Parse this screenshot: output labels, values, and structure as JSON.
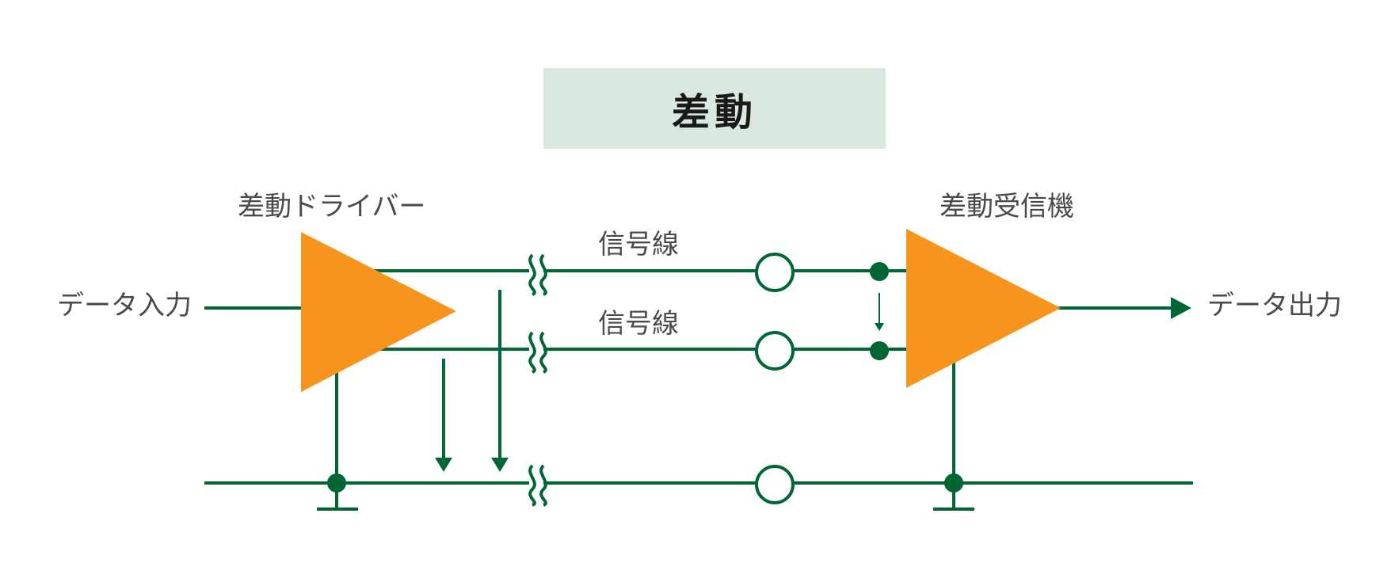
{
  "title": "差動",
  "labels": {
    "driver": "差動ドライバー",
    "receiver": "差動受信機",
    "signal_line_1": "信号線",
    "signal_line_2": "信号線",
    "data_input": "データ入力",
    "data_output": "データ出力"
  },
  "colors": {
    "line": "#006633",
    "amplifier": "#f7941e",
    "title_bg": "#dae9e0",
    "label_text": "#4a4a4a"
  },
  "icons": {
    "driver": "triangle-amplifier-icon",
    "receiver": "triangle-amplifier-icon",
    "ground": "ground-symbol-icon",
    "break": "wavy-break-icon",
    "termination": "open-circle-icon"
  }
}
